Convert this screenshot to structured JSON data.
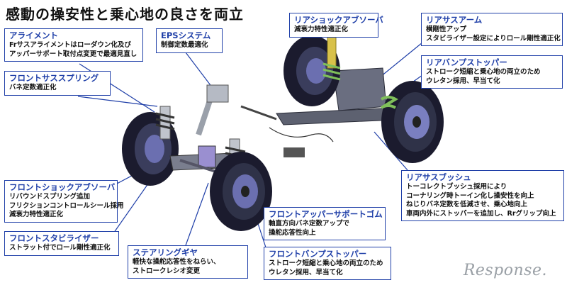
{
  "title": "感動の操安性と乗心地の良さを両立",
  "callouts": [
    {
      "id": "alignment",
      "heading": "アライメント",
      "lines": [
        "Frサスアライメントはローダウン化及び",
        "アッパーサポート取付点変更で最適見直し"
      ]
    },
    {
      "id": "eps",
      "heading": "EPSシステム",
      "lines": [
        "制御定数最適化"
      ]
    },
    {
      "id": "rear-shock",
      "heading": "リアショックアブソーバ",
      "lines": [
        "減衰力特性適正化"
      ]
    },
    {
      "id": "rear-arm",
      "heading": "リアサスアーム",
      "lines": [
        "横剛性アップ",
        "スタビライザー設定によりロール剛性適正化"
      ]
    },
    {
      "id": "front-spring",
      "heading": "フロントサススプリング",
      "lines": [
        "バネ定数適正化"
      ]
    },
    {
      "id": "rear-bump",
      "heading": "リアバンプストッパー",
      "lines": [
        "ストローク短縮と乗心地の両立のため",
        "ウレタン採用、早当て化"
      ]
    },
    {
      "id": "rear-bush",
      "heading": "リアサスブッシュ",
      "lines": [
        "トーコレクトブッシュ採用により",
        "コーナリング時トーイン化し操安性を向上",
        "ねじりバネ定数を低減させ、乗心地向上",
        "車両内外にストッパーを追加し、Rrグリップ向上"
      ]
    },
    {
      "id": "front-shock",
      "heading": "フロントショックアブソーバ",
      "lines": [
        "リバウンドスプリング追加",
        "フリクションコントロールシール採用",
        "減衰力特性適正化"
      ]
    },
    {
      "id": "front-upper",
      "heading": "フロントアッパーサポートゴム",
      "lines": [
        "軸直方向バネ定数アップで",
        "操舵応答性向上"
      ]
    },
    {
      "id": "front-stab",
      "heading": "フロントスタビライザー",
      "lines": [
        "ストラット付でロール剛性適正化"
      ]
    },
    {
      "id": "steering-gear",
      "heading": "ステアリングギヤ",
      "lines": [
        "軽快な操舵応答性をねらい、",
        "ストロークレシオ変更"
      ]
    },
    {
      "id": "front-bump",
      "heading": "フロントバンプストッパー",
      "lines": [
        "ストローク短縮と乗心地の両立のため",
        "ウレタン採用、早当て化"
      ]
    }
  ],
  "logo": {
    "text": "Response."
  },
  "colors": {
    "accent": "#1f3fa8",
    "tire": "#1b1b2e",
    "disc": "#6b6fb0",
    "spring": "#7fbf5a",
    "shock": "#d8c14a"
  }
}
